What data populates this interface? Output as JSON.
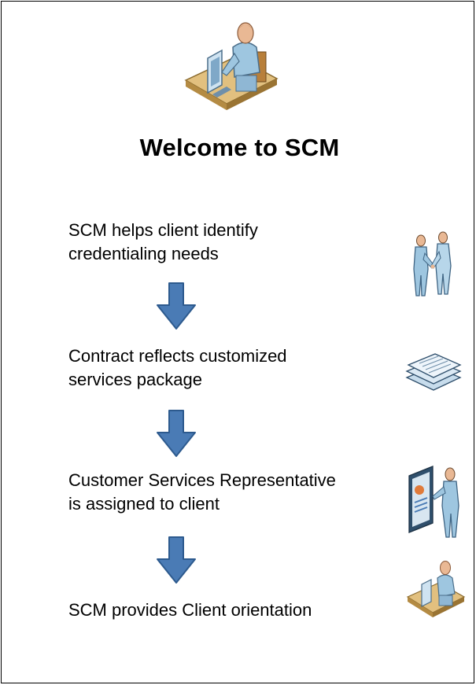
{
  "title": "Welcome to SCM",
  "steps": [
    {
      "line1": "SCM helps client identify",
      "line2": "credentialing needs",
      "icon": "handshake-icon"
    },
    {
      "line1": "Contract reflects customized",
      "line2": "services package",
      "icon": "documents-icon"
    },
    {
      "line1": "Customer Services Representative",
      "line2": "is assigned to client",
      "icon": "presenter-icon"
    },
    {
      "line1": "SCM provides Client orientation",
      "line2": "",
      "icon": "desk-worker-icon"
    }
  ],
  "colors": {
    "arrow": "#4a7bb5",
    "arrow_dark": "#2d5a8e",
    "figure": "#9ec6e0",
    "desk": "#d9b978"
  }
}
